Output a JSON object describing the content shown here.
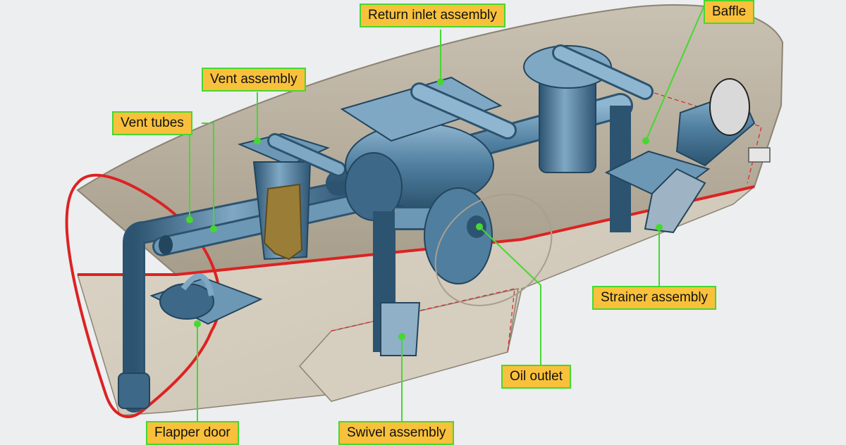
{
  "diagram": {
    "labels": {
      "return_inlet": "Return inlet assembly",
      "baffle": "Baffle",
      "vent_assembly": "Vent assembly",
      "vent_tubes": "Vent tubes",
      "strainer": "Strainer assembly",
      "oil_outlet": "Oil outlet",
      "flapper_door": "Flapper door",
      "swivel": "Swivel assembly"
    },
    "colors": {
      "callout_fill": "#f9c13b",
      "callout_border": "#46d830",
      "leader_line": "#46d830",
      "tank_wall": "#bdb4a3",
      "pipe": "#4f7e9f",
      "outline": "#dd2222"
    }
  }
}
